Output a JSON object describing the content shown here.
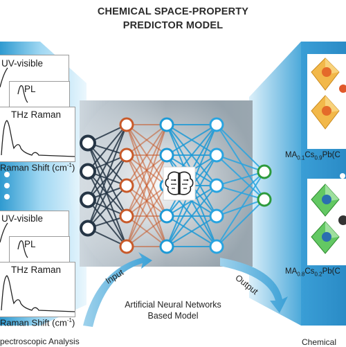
{
  "title": {
    "line1": "CHEMICAL SPACE-PROPERTY",
    "line2": "PREDICTOR MODEL"
  },
  "spectra_top": {
    "cards": [
      "UV-visible",
      "PL",
      "THz Raman"
    ],
    "axis_label": "Raman Shift (cm",
    "axis_sup": "-1",
    "axis_close": ")"
  },
  "spectra_bottom": {
    "cards": [
      "UV-visible",
      "PL",
      "THz Raman"
    ],
    "axis_label": "Raman Shift (cm",
    "axis_sup": "-1",
    "axis_close": ")"
  },
  "left_caption": "pectroscopic Analysis",
  "network": {
    "layers": [
      4,
      5,
      5,
      5,
      2
    ],
    "caption_line1": "Artificial Neural Networks",
    "caption_line2": "Based Model",
    "input_label": "Input",
    "output_label": "Output",
    "colors": {
      "input": "#253545",
      "hidden1": "#c85a2a",
      "hidden2": "#1e9ad6",
      "hidden3": "#29a4e0",
      "output": "#2d9a3c"
    }
  },
  "structures": {
    "top": {
      "main": "MA",
      "s1": "0.1",
      "m2": "Cs",
      "s2": "0.9",
      "tail": "Pb(C"
    },
    "bottom": {
      "main": "MA",
      "s1": "0.8",
      "m2": "Cs",
      "s2": "0.2",
      "tail": "Pb(C"
    },
    "colors": {
      "top_crystal": "#f0b23c",
      "bottom_crystal": "#5fc85f"
    }
  },
  "right_caption": "Chemical"
}
